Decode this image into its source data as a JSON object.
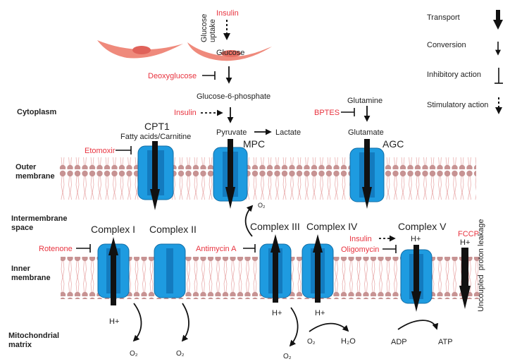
{
  "colors": {
    "inhibitor_red": "#e8333f",
    "protein_blue": "#1e9be0",
    "protein_blue_dark": "#137bbf",
    "lipid_head": "#c49090",
    "lipid_tail": "#e8a8a8",
    "cell_pink": "#ef8a7c",
    "cell_nucleus": "#e0625a"
  },
  "compartments": {
    "cytoplasm": "Cytoplasm",
    "outer_membrane_1": "Outer",
    "outer_membrane_2": "membrane",
    "intermembrane_1": "Intermembrane",
    "intermembrane_2": "space",
    "inner_membrane_1": "Inner",
    "inner_membrane_2": "membrane",
    "matrix_1": "Mitochondrial",
    "matrix_2": "matrix"
  },
  "legend": [
    {
      "label": "Transport",
      "icon": "thick-arrow-down"
    },
    {
      "label": "Conversion",
      "icon": "thin-arrow-down"
    },
    {
      "label": "Inhibitory action",
      "icon": "t-bar"
    },
    {
      "label": "Stimulatory action",
      "icon": "dashed-arrow-down"
    }
  ],
  "top": {
    "insulin": "Insulin",
    "glucose_uptake_1": "Glucose",
    "glucose_uptake_2": "uptake",
    "glucose": "Glucose",
    "deoxyglucose": "Deoxyglucose",
    "g6p": "Glucose-6-phosphate",
    "insulin2": "Insulin",
    "pyruvate": "Pyruvate",
    "lactate": "Lactate",
    "glutamine": "Glutamine",
    "bptes": "BPTES",
    "glutamate": "Glutamate"
  },
  "outer": {
    "cpt1": "CPT1",
    "fatty_acids": "Fatty acids/Carnitine",
    "etomoxir": "Etomoxir",
    "mpc": "MPC",
    "agc": "AGC",
    "o2": "O₂"
  },
  "inner": {
    "complex1": "Complex I",
    "complex2": "Complex II",
    "complex3": "Complex III",
    "complex4": "Complex IV",
    "complex5": "Complex V",
    "rotenone": "Rotenone",
    "antimycin": "Antimycin A",
    "insulin": "Insulin",
    "oligomycin": "Oligomycin",
    "fccp": "FCCP",
    "hplus": "H+",
    "uncoupled": "Uncoupled  proton leakage"
  },
  "matrix": {
    "hplus": "H+",
    "o2": "O₂",
    "h2o": "H₂O",
    "adp": "ADP",
    "atp": "ATP"
  }
}
